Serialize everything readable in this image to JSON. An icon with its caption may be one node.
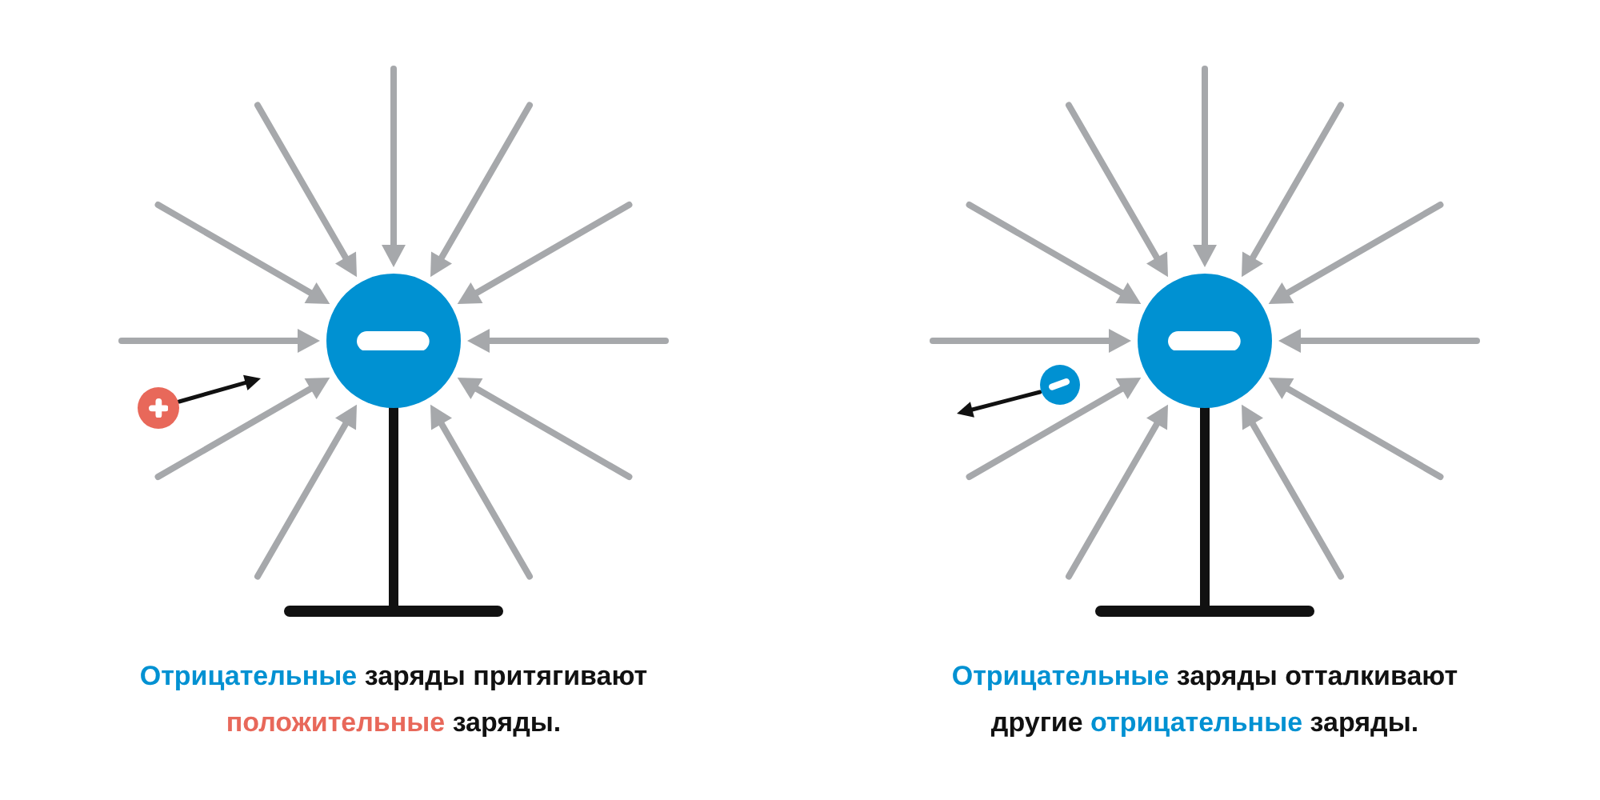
{
  "diagram": {
    "nodes": [
      {
        "text": [],
        "shape": "circle"
      },
      {
        "text": [],
        "shape": "circle"
      },
      {
        "text": [],
        "shape": "circle"
      },
      {
        "text": [],
        "shape": "circle"
      }
    ],
    "labels": [
      "**Отрицательные** заряды притягивают **положительные** заряды.",
      "**Отрицательные** заряды отталкивают другие **отрицательные** заряды."
    ]
  }
}
